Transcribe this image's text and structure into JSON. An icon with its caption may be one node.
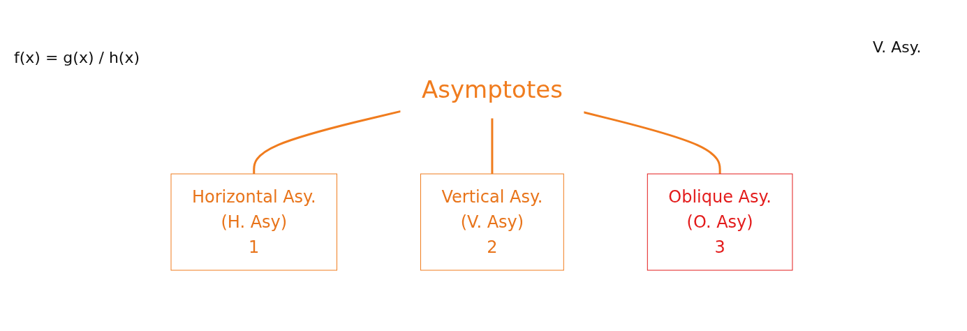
{
  "diagram": {
    "nodes": [
      {
        "text": [
          "Asymptotes"
        ]
      },
      {
        "text": [
          "Horizontal Asy.",
          "(H. Asy)",
          "1"
        ]
      },
      {
        "text": [
          "Vertical Asy.",
          "(V. Asy)",
          "2"
        ]
      },
      {
        "text": [
          "Oblique Asy.",
          "(O. Asy)",
          "3"
        ]
      }
    ],
    "edges": [
      {
        "from": 0,
        "to": 1,
        "arrow": "none"
      },
      {
        "from": 0,
        "to": 2,
        "arrow": "none"
      },
      {
        "from": 0,
        "to": 3,
        "arrow": "none"
      }
    ],
    "labels": [
      "f(x) = g(x) / h(x)",
      "V. Asy."
    ]
  }
}
